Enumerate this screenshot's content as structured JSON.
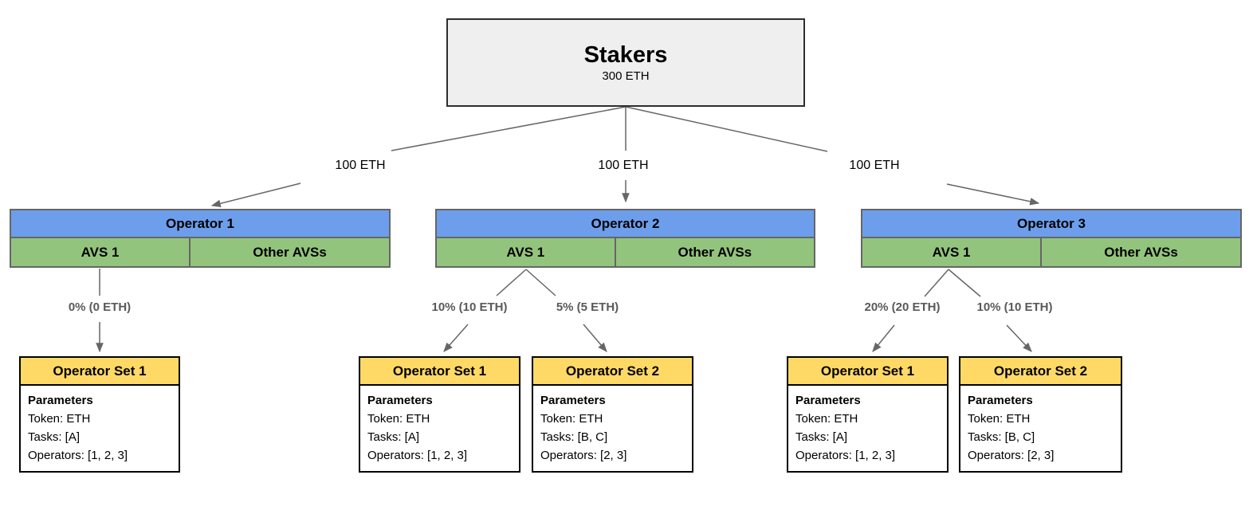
{
  "colors": {
    "operator_header": "#6d9eeb",
    "avs_cell": "#93c47d",
    "set_header": "#ffd966",
    "stakers_fill": "#efefef",
    "line": "#666666"
  },
  "stakers": {
    "title": "Stakers",
    "amount": "300 ETH"
  },
  "distributions": [
    {
      "label": "100 ETH"
    },
    {
      "label": "100 ETH"
    },
    {
      "label": "100 ETH"
    }
  ],
  "operators": [
    {
      "name": "Operator 1",
      "avs_label": "AVS 1",
      "other_label": "Other AVSs"
    },
    {
      "name": "Operator 2",
      "avs_label": "AVS 1",
      "other_label": "Other AVSs"
    },
    {
      "name": "Operator 3",
      "avs_label": "AVS 1",
      "other_label": "Other AVSs"
    }
  ],
  "allocations": [
    {
      "label": "0% (0 ETH)"
    },
    {
      "label": "10% (10 ETH)"
    },
    {
      "label": "5% (5 ETH)"
    },
    {
      "label": "20% (20 ETH)"
    },
    {
      "label": "10% (10 ETH)"
    }
  ],
  "operator_sets": [
    {
      "title": "Operator Set 1",
      "params_heading": "Parameters",
      "token": "Token: ETH",
      "tasks": "Tasks: [A]",
      "operators": "Operators: [1, 2, 3]"
    },
    {
      "title": "Operator Set 1",
      "params_heading": "Parameters",
      "token": "Token: ETH",
      "tasks": "Tasks: [A]",
      "operators": "Operators: [1, 2, 3]"
    },
    {
      "title": "Operator Set 2",
      "params_heading": "Parameters",
      "token": "Token: ETH",
      "tasks": "Tasks: [B, C]",
      "operators": "Operators: [2, 3]"
    },
    {
      "title": "Operator Set 1",
      "params_heading": "Parameters",
      "token": "Token: ETH",
      "tasks": "Tasks: [A]",
      "operators": "Operators: [1, 2, 3]"
    },
    {
      "title": "Operator Set 2",
      "params_heading": "Parameters",
      "token": "Token: ETH",
      "tasks": "Tasks: [B, C]",
      "operators": "Operators: [2, 3]"
    }
  ]
}
